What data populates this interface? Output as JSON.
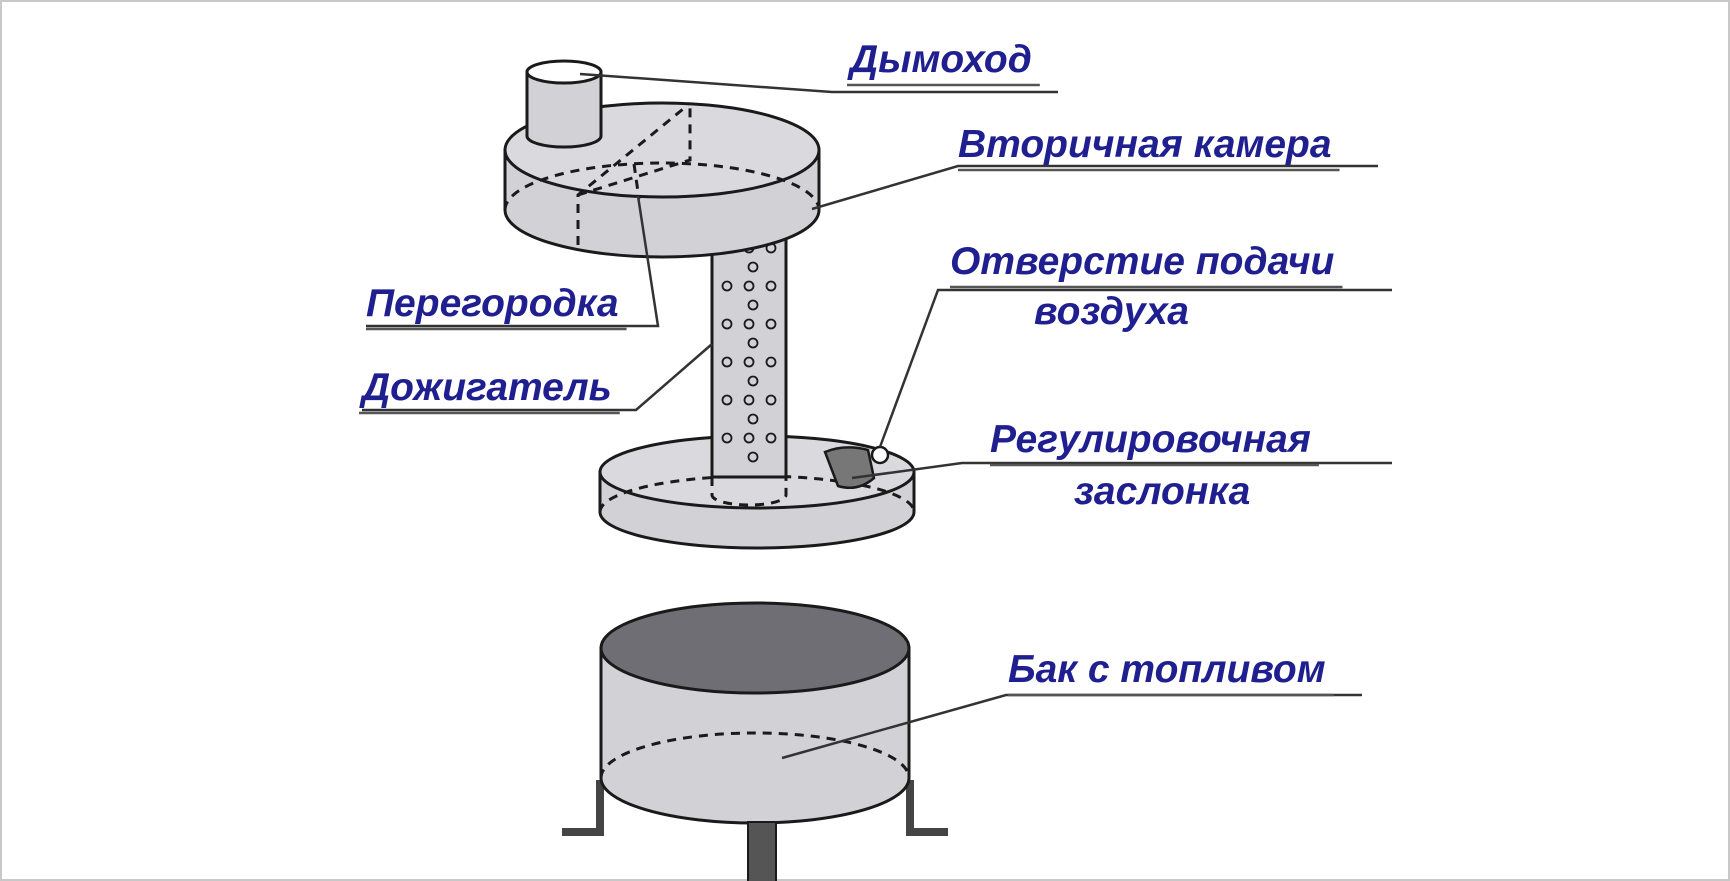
{
  "labels": {
    "chimney": "Дымоход",
    "secondary_chamber": "Вторичная камера",
    "partition": "Перегородка",
    "air_hole_line1": "Отверстие подачи",
    "air_hole_line2": "воздуха",
    "afterburner": "Дожигатель",
    "damper_line1": "Регулировочная",
    "damper_line2": "заслонка",
    "fuel_tank": "Бак с топливом"
  },
  "colors": {
    "label_text": "#1f1f8f",
    "metal_fill": "#d2d2d6",
    "tank_top": "#6e6e74",
    "outline": "#1a1a1a"
  }
}
